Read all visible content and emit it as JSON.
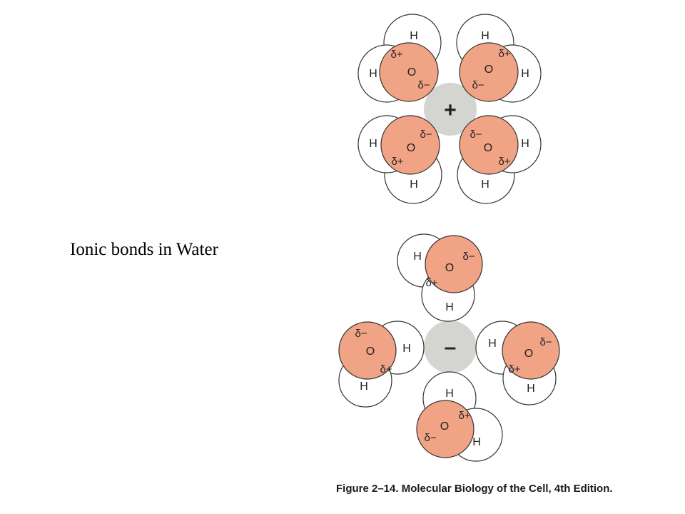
{
  "slide": {
    "title": "Ionic bonds in Water",
    "caption": "Figure 2–14. Molecular Biology of the Cell, 4th Edition."
  },
  "labels": {
    "hydrogen": "H",
    "oxygen": "O",
    "delta_plus": "δ+",
    "delta_minus": "δ−"
  },
  "colors": {
    "oxygen_fill": "#f0a385",
    "hydrogen_fill": "#ffffff",
    "ion_fill": "#d4d5d1",
    "outline": "#333333"
  },
  "cation": {
    "symbol": "+"
  },
  "anion": {
    "symbol": "–"
  }
}
